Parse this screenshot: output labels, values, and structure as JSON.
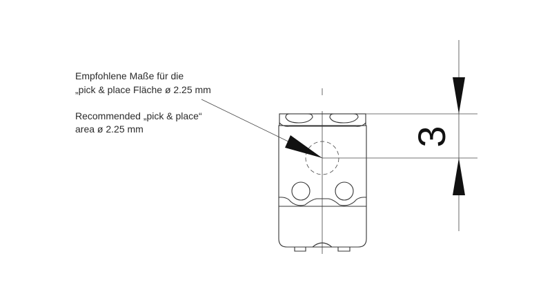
{
  "annotation_de": {
    "line1": "Empfohlene Maße für die",
    "line2": "„pick & place Fläche ø 2.25 mm"
  },
  "annotation_en": {
    "line1": "Recommended „pick & place“",
    "line2": "area ø 2.25 mm"
  },
  "dimension": {
    "value": "3"
  }
}
